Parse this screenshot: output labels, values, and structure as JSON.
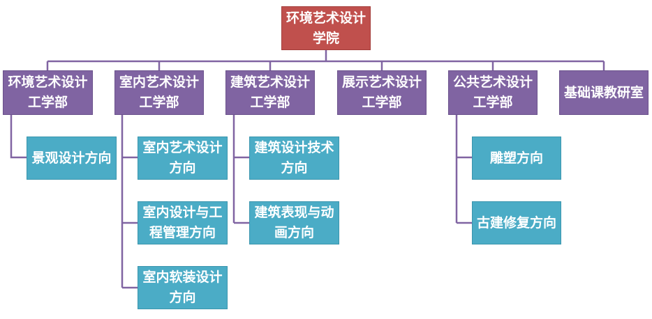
{
  "colors": {
    "root": "#c0504d",
    "dept": "#8064a2",
    "leaf": "#4bacc6"
  },
  "root": {
    "label": "环境艺术设计\n学院"
  },
  "departments": [
    {
      "label": "环境艺术设计\n工学部",
      "children": [
        {
          "label": "景观设计方向"
        }
      ]
    },
    {
      "label": "室内艺术设计\n工学部",
      "children": [
        {
          "label": "室内艺术设计\n方向"
        },
        {
          "label": "室内设计与工\n程管理方向"
        },
        {
          "label": "室内软装设计\n方向"
        }
      ]
    },
    {
      "label": "建筑艺术设计\n工学部",
      "children": [
        {
          "label": "建筑设计技术\n方向"
        },
        {
          "label": "建筑表现与动\n画方向"
        }
      ]
    },
    {
      "label": "展示艺术设计\n工学部",
      "children": []
    },
    {
      "label": "公共艺术设计\n工学部",
      "children": [
        {
          "label": "雕塑方向"
        },
        {
          "label": "古建修复方向"
        }
      ]
    },
    {
      "label": "基础课教研室",
      "children": []
    }
  ]
}
